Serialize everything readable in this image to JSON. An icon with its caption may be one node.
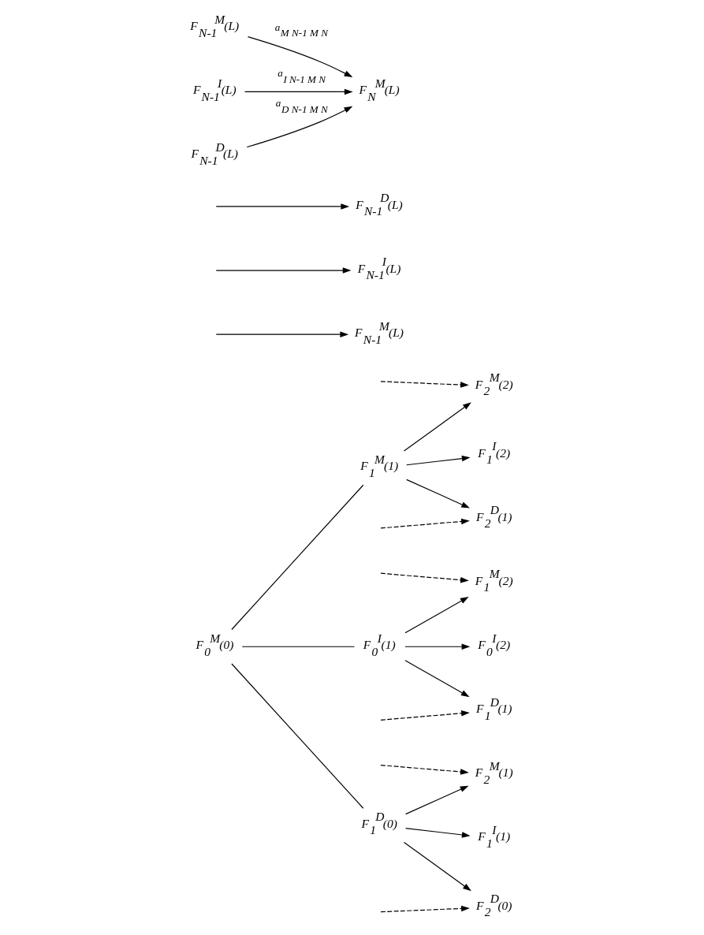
{
  "diagram": {
    "nodes": [
      {
        "text": [
          "F$_{0}$$^{M}$(0)"
        ]
      },
      {
        "text": [
          "F$_{1}$$^{M}$(1)"
        ]
      },
      {
        "text": [
          "F$_{0}$$^{I}$(1)"
        ]
      },
      {
        "text": [
          "F$_{1}$$^{D}$(0)"
        ]
      },
      {
        "text": [
          "F$_{2}$$^{M}$(2)"
        ]
      },
      {
        "text": [
          "F$_{1}$$^{I}$(2)"
        ]
      },
      {
        "text": [
          "F$_{2}$$^{D}$(1)"
        ]
      },
      {
        "text": [
          "F$_{1}$$^{M}$(2)"
        ]
      },
      {
        "text": [
          "F$_{0}$$^{I}$(2)"
        ]
      },
      {
        "text": [
          "F$_{1}$$^{D}$(1)"
        ]
      },
      {
        "text": [
          "F$_{2}$$^{M}$(1)"
        ]
      },
      {
        "text": [
          "F$_{1}$$^{I}$(1)"
        ]
      },
      {
        "text": [
          "F$_{2}$$^{D}$(0)"
        ]
      },
      {
        "text": [
          "F$_{N-1}$$^{M}$(L)"
        ]
      },
      {
        "text": [
          "F$_{N-1}$$^{I}$(L)"
        ]
      },
      {
        "text": [
          "F$_{N-1}$$^{D}$(L)"
        ]
      },
      {
        "text": [
          "F$_{N-1}$$^{M}$(L)"
        ]
      },
      {
        "text": [
          "F$_{N-1}$$^{I}$(L)"
        ]
      },
      {
        "text": [
          "F$_{N-1}$$^{D}$(L)"
        ]
      },
      {
        "text": [
          "F$_{N}$$^{M}$(L)"
        ]
      }
    ],
    "edges": [
      {
        "from": 0,
        "to": 1,
        "arrow": "none"
      },
      {
        "from": 0,
        "to": 2,
        "arrow": "none"
      },
      {
        "from": 0,
        "to": 3,
        "arrow": "none"
      },
      {
        "from": 1,
        "to": 4,
        "arrow": "to"
      },
      {
        "from": 1,
        "to": 5,
        "arrow": "to"
      },
      {
        "from": 1,
        "to": 6,
        "arrow": "to"
      },
      {
        "from": 2,
        "to": 7,
        "arrow": "to"
      },
      {
        "from": 2,
        "to": 8,
        "arrow": "to"
      },
      {
        "from": 2,
        "to": 9,
        "arrow": "to"
      },
      {
        "from": 3,
        "to": 10,
        "arrow": "to"
      },
      {
        "from": 3,
        "to": 11,
        "arrow": "to"
      },
      {
        "from": 3,
        "to": 12,
        "arrow": "to"
      },
      {
        "from": null,
        "to": 4,
        "arrow": "to",
        "style": "dashed"
      },
      {
        "from": null,
        "to": 6,
        "arrow": "to",
        "style": "dashed"
      },
      {
        "from": null,
        "to": 7,
        "arrow": "to",
        "style": "dashed"
      },
      {
        "from": null,
        "to": 9,
        "arrow": "to",
        "style": "dashed"
      },
      {
        "from": null,
        "to": 10,
        "arrow": "to",
        "style": "dashed"
      },
      {
        "from": null,
        "to": 12,
        "arrow": "to",
        "style": "dashed"
      },
      {
        "from": null,
        "to": 13,
        "arrow": "to"
      },
      {
        "from": null,
        "to": 14,
        "arrow": "to"
      },
      {
        "from": null,
        "to": 15,
        "arrow": "to"
      },
      {
        "from": 16,
        "to": 19,
        "arrow": "to",
        "label": "a$_{M N-1 M N}$"
      },
      {
        "from": 17,
        "to": 19,
        "arrow": "to",
        "label": "a$_{I N-1 M N}$"
      },
      {
        "from": 18,
        "to": 19,
        "arrow": "to",
        "label": "a$_{D N-1 M N}$"
      }
    ]
  }
}
